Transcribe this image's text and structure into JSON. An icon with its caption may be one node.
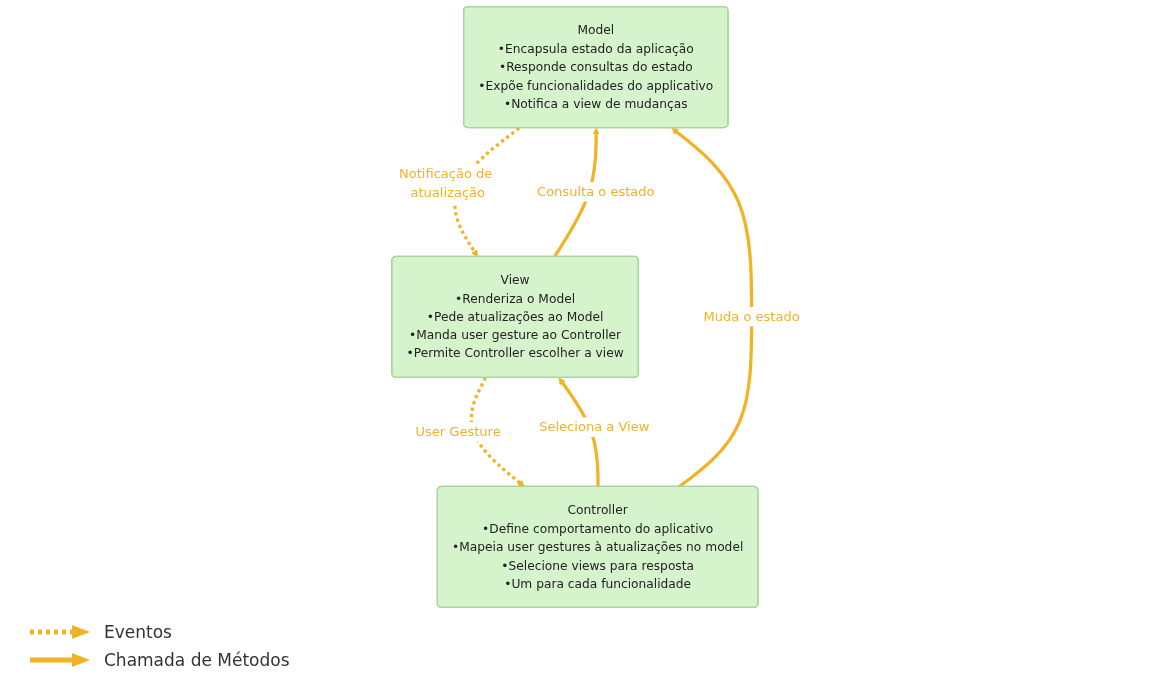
{
  "diagram": {
    "nodes": [
      {
        "text": [
          "Model",
          "•Encapsula estado da aplicação",
          "•Responde consultas do estado",
          "•Expõe funcionalidades do applicativo",
          "•Notifica a view de mudanças"
        ]
      },
      {
        "text": [
          "View",
          "•Renderiza o Model",
          "•Pede atualizações ao Model",
          "•Manda user gesture ao Controller",
          "•Permite Controller escolher a view"
        ]
      },
      {
        "text": [
          "Controller",
          "•Define comportamento do aplicativo",
          "•Mapeia user gestures à atualizações no model",
          "•Selecione views para resposta",
          "•Um para cada funcionalidade"
        ]
      }
    ],
    "edges": [
      {
        "from": 1,
        "to": 0,
        "arrow": "to",
        "label": "Consulta o estado"
      },
      {
        "from": 0,
        "to": 1,
        "arrow": "to",
        "label": "Notificação de atualização",
        "style": "dashed"
      },
      {
        "from": 2,
        "to": 0,
        "arrow": "to",
        "label": "Muda o estado"
      },
      {
        "from": 2,
        "to": 1,
        "arrow": "to",
        "label": "Seleciona a View"
      },
      {
        "from": 1,
        "to": 2,
        "arrow": "to",
        "label": "User Gesture",
        "style": "dashed"
      }
    ],
    "legend": [
      {
        "text": "Eventos"
      },
      {
        "text": "Chamada de Métodos"
      }
    ]
  }
}
